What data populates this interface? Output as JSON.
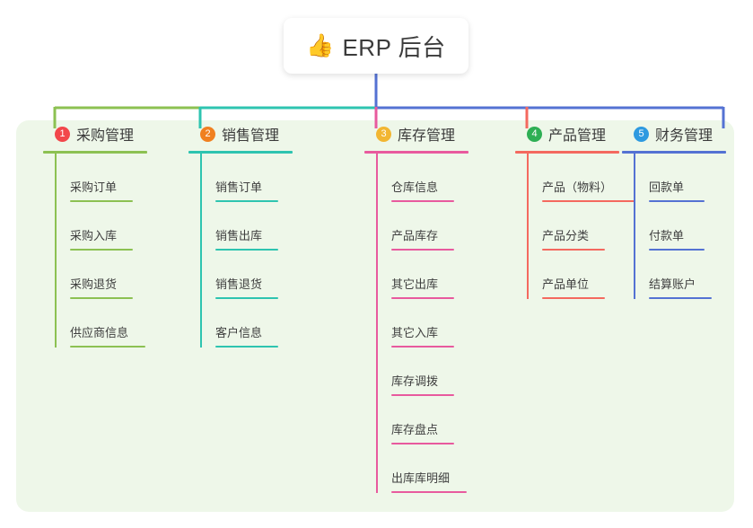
{
  "root": {
    "icon": "thumbs-up-icon",
    "icon_glyph": "👍",
    "title": "ERP 后台"
  },
  "panel": {
    "background_color": "#eef7e9"
  },
  "colors": {
    "branch_1": "#8cc152",
    "branch_2": "#2ec4b0",
    "branch_3": "#e85a9e",
    "branch_4": "#f4695f",
    "branch_5": "#5472d3",
    "badge_1": "#f2474b",
    "badge_2": "#f08020",
    "badge_3": "#f2b632",
    "badge_4": "#2eaf54",
    "badge_5": "#2e9ae0",
    "root_stem": "#5472d3"
  },
  "branches": [
    {
      "number": "1",
      "title": "采购管理",
      "badge_color": "#f2474b",
      "line_color": "#8cc152",
      "items": [
        {
          "label": "采购订单"
        },
        {
          "label": "采购入库"
        },
        {
          "label": "采购退货"
        },
        {
          "label": "供应商信息"
        }
      ]
    },
    {
      "number": "2",
      "title": "销售管理",
      "badge_color": "#f08020",
      "line_color": "#2ec4b0",
      "items": [
        {
          "label": "销售订单"
        },
        {
          "label": "销售出库"
        },
        {
          "label": "销售退货"
        },
        {
          "label": "客户信息"
        }
      ]
    },
    {
      "number": "3",
      "title": "库存管理",
      "badge_color": "#f2b632",
      "line_color": "#e85a9e",
      "items": [
        {
          "label": "仓库信息"
        },
        {
          "label": "产品库存"
        },
        {
          "label": "其它出库"
        },
        {
          "label": "其它入库"
        },
        {
          "label": "库存调拨"
        },
        {
          "label": "库存盘点"
        },
        {
          "label": "出库库明细"
        }
      ]
    },
    {
      "number": "4",
      "title": "产品管理",
      "badge_color": "#2eaf54",
      "line_color": "#f4695f",
      "items": [
        {
          "label": "产品（物料）"
        },
        {
          "label": "产品分类"
        },
        {
          "label": "产品单位"
        }
      ]
    },
    {
      "number": "5",
      "title": "财务管理",
      "badge_color": "#2e9ae0",
      "line_color": "#5472d3",
      "items": [
        {
          "label": "回款单"
        },
        {
          "label": "付款单"
        },
        {
          "label": "结算账户"
        }
      ]
    }
  ]
}
